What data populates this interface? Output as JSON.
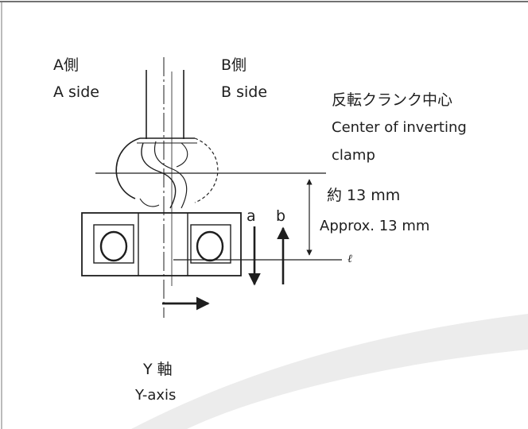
{
  "labels": {
    "a_side_jp": "A側",
    "a_side_en": "A side",
    "b_side_jp": "B側",
    "b_side_en": "B side",
    "center_jp": "反転クランク中心",
    "center_en_1": "Center of inverting",
    "center_en_2": "clamp",
    "dist_jp": "約 13 mm",
    "dist_en": "Approx. 13 mm",
    "arrow_a": "a",
    "arrow_b": "b",
    "line_l": "ℓ",
    "yaxis_jp": "Y 軸",
    "yaxis_en": "Y-axis"
  },
  "colors": {
    "ink": "#1e1e1e",
    "watermark": "#ececec"
  }
}
